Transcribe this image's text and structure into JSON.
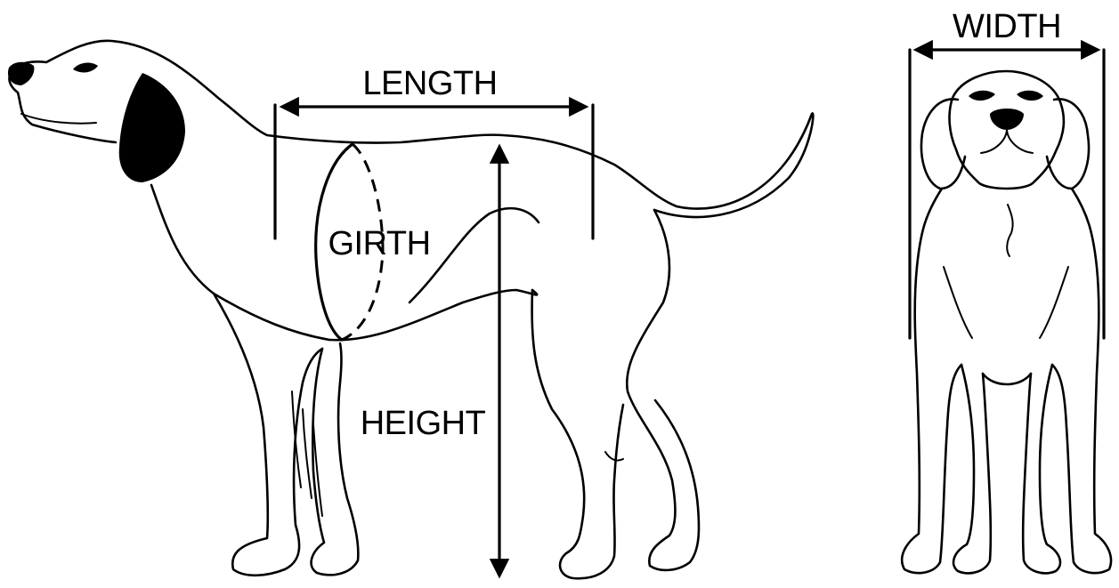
{
  "labels": {
    "length": "LENGTH",
    "girth": "GIRTH",
    "height": "HEIGHT",
    "width": "WIDTH"
  }
}
